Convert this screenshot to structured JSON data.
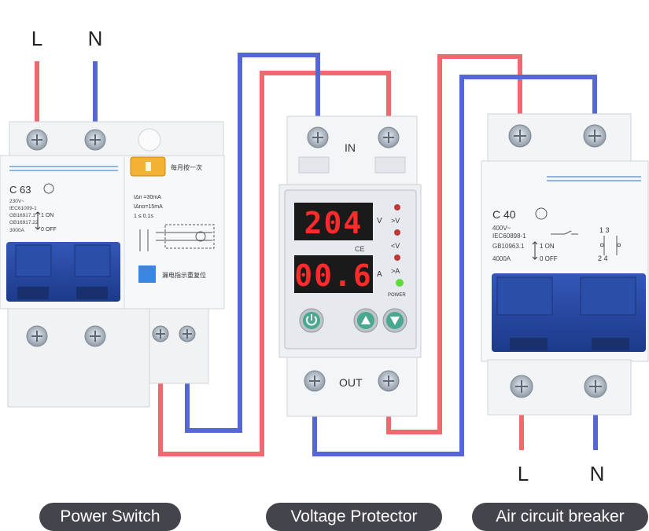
{
  "terminal_labels": {
    "input_live": "L",
    "input_neutral": "N",
    "output_live": "L",
    "output_neutral": "N"
  },
  "captions": {
    "left": "Power Switch",
    "middle": "Voltage Protector",
    "right": "Air circuit breaker"
  },
  "power_switch": {
    "model": "C 63",
    "spec_lines": [
      "230V~",
      "IEC61009-1",
      "GB16917.1",
      "GB16917.22",
      "3000A"
    ],
    "on_label": "1 ON",
    "off_label": "0 OFF",
    "test_note": "每月按一次",
    "rating_line1": "IΔn =30mA",
    "rating_line2": "IΔno=15mA",
    "rating_line3": "1  ≤ 0.1s",
    "reset_note": "漏电指示重复位"
  },
  "voltage_protector": {
    "in_label": "IN",
    "out_label": "OUT",
    "voltage_display": "204",
    "current_display": "00.6",
    "voltage_unit": "V",
    "current_unit": "A",
    "ind_over_v": ">V",
    "ind_under_v": "<V",
    "ind_over_a": ">A",
    "power_label": "POWER",
    "ce_mark": "CE"
  },
  "air_breaker": {
    "model": "C 40",
    "spec_lines": [
      "400V~",
      "IEC60898-1",
      "GB10963.1",
      "4000A"
    ],
    "on_label": "1 ON",
    "off_label": "0 OFF",
    "terminals_top": "1 3",
    "terminals_bottom": "2 4"
  },
  "colors": {
    "live_wire": "#ef6a6f",
    "neutral_wire": "#5566d6",
    "handle": "#23439a",
    "caption_bg": "#44444c",
    "display_digits": "#ff2a2a"
  }
}
